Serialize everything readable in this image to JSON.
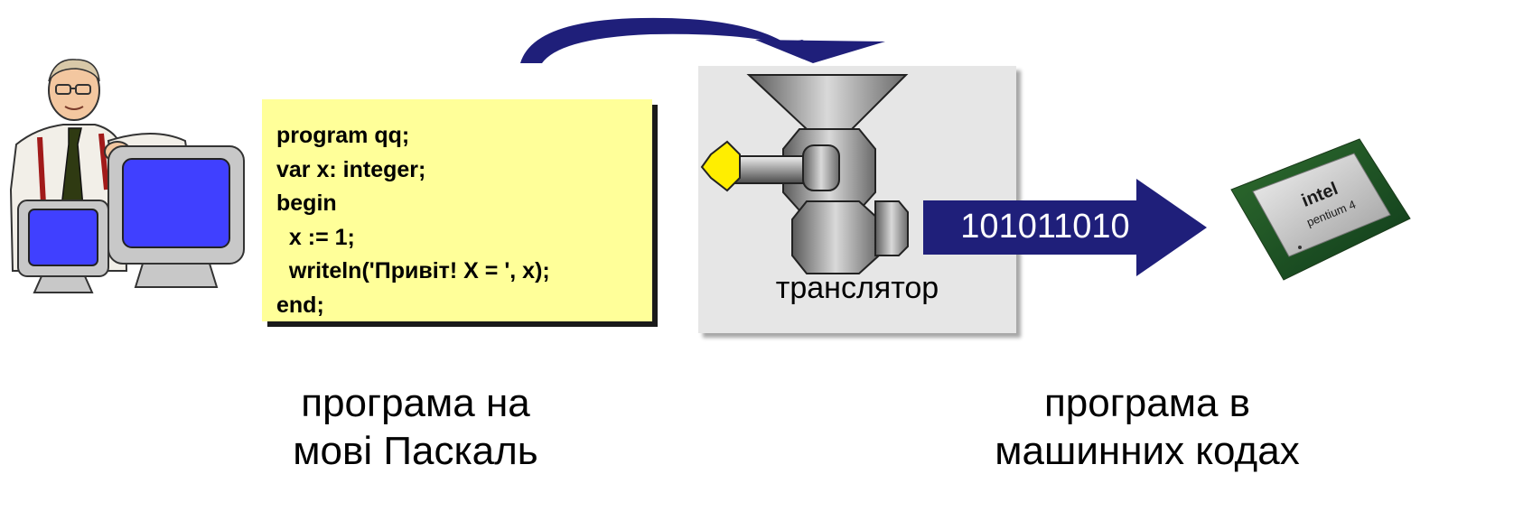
{
  "code": {
    "lines": [
      "program qq;",
      "var x: integer;",
      "begin",
      "  x := 1;",
      "  writeln('Привіт! X = ', x);",
      "end;"
    ]
  },
  "translator": {
    "label": "транслятор"
  },
  "output": {
    "binary": "101011010"
  },
  "captions": {
    "left": [
      "програма на",
      "мові Паскаль"
    ],
    "right": [
      "програма в",
      "машинних кодах"
    ]
  },
  "chip": {
    "brand": "intel",
    "model": "pentium 4"
  },
  "colors": {
    "code_bg": "#ffff99",
    "arrow": "#1f1f7a",
    "panel": "#e6e6e6",
    "screen": "#4040ff",
    "knob": "#ffee00"
  },
  "icons": [
    "programmer-clipart",
    "computer-monitor-icon",
    "meat-grinder-icon",
    "curved-arrow-icon",
    "right-arrow-icon",
    "cpu-chip-icon"
  ]
}
